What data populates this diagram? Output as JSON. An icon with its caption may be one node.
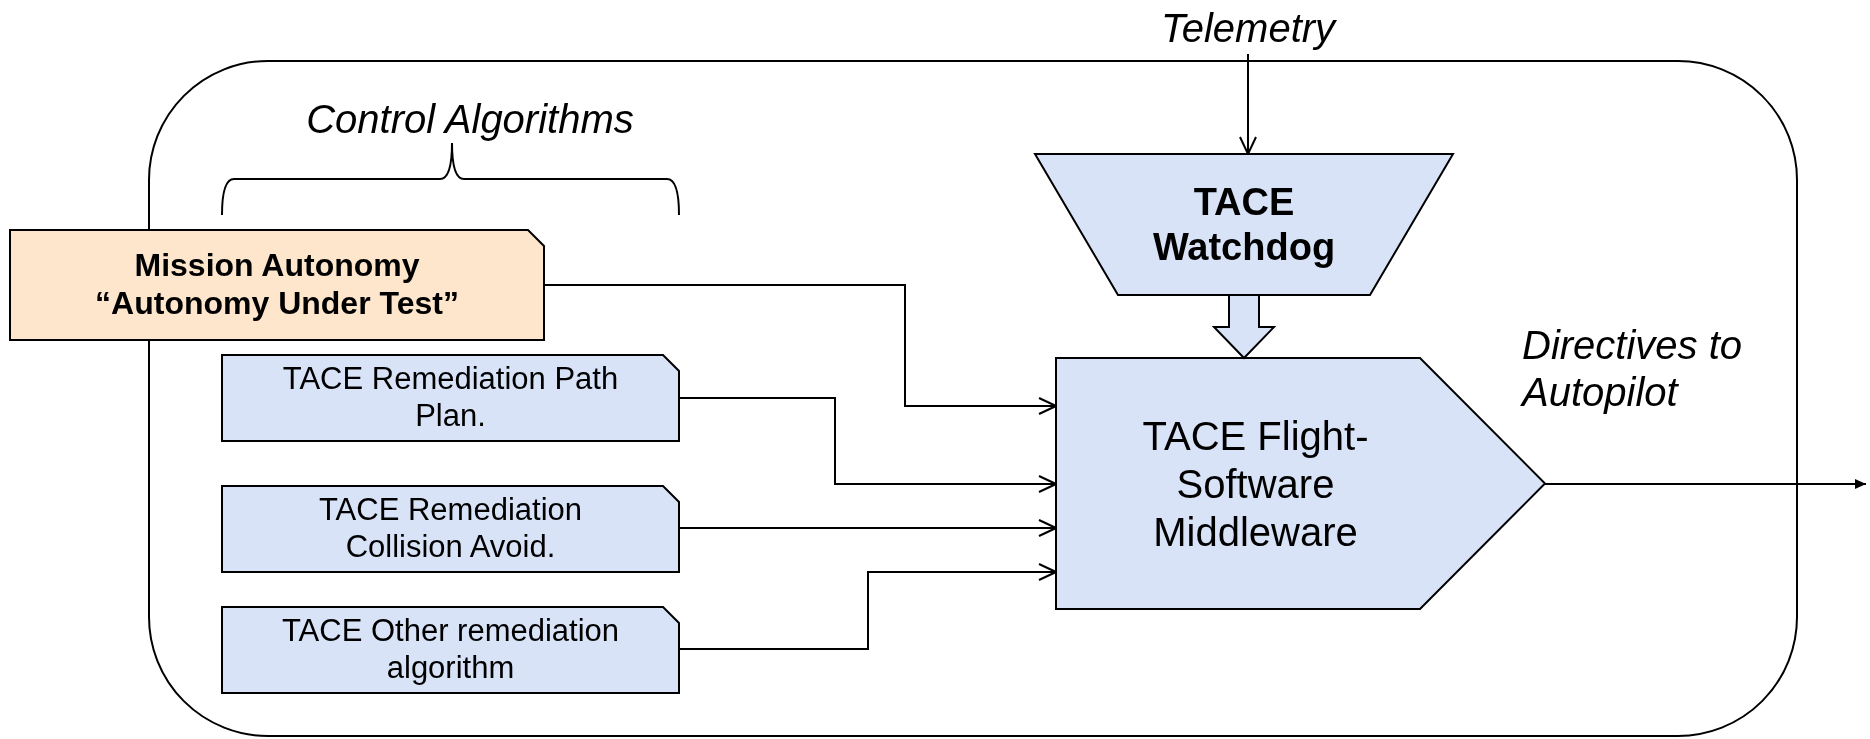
{
  "diagram": {
    "nodes": [
      {
        "text": [
          "Telemetry"
        ]
      },
      {
        "text": [],
        "shape": "box"
      },
      {
        "text": [
          "TACE Watchdog"
        ],
        "in": 1
      },
      {
        "text": [
          "Mission Autonomy “Autonomy Under Test”"
        ]
      },
      {
        "text": [
          "TACE Remediation Path Plan."
        ],
        "in": 1
      },
      {
        "text": [
          "TACE Remediation Collision Avoid."
        ],
        "in": 1
      },
      {
        "text": [
          "TACE Other remediation algorithm"
        ],
        "in": 1
      },
      {
        "text": [
          "TACE Flight-Software Middleware"
        ],
        "in": 1
      }
    ],
    "edges": [
      {
        "from": 0,
        "to": 2,
        "arrow": "to"
      },
      {
        "from": 2,
        "to": 7,
        "arrow": "to",
        "style": "thick"
      },
      {
        "from": 3,
        "to": 7,
        "arrow": "to"
      },
      {
        "from": 4,
        "to": 7,
        "arrow": "to"
      },
      {
        "from": 5,
        "to": 7,
        "arrow": "to"
      },
      {
        "from": 6,
        "to": 7,
        "arrow": "to"
      },
      {
        "from": 7,
        "to": null,
        "arrow": "to"
      }
    ],
    "labels": [
      "Control Algorithms",
      "Directives to Autopilot"
    ]
  }
}
